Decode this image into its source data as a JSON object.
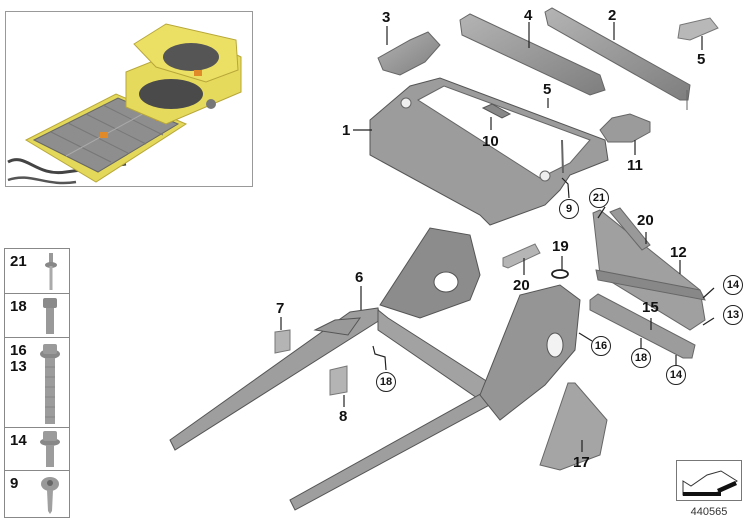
{
  "diagram": {
    "type": "exploded-parts-diagram",
    "subject": "Rear frame / battery carrier parts",
    "reference_number": "440565",
    "thumbnail": {
      "description": "yellow-highlighted battery pack and rear frame assembly",
      "highlight_color": "#e8dc5a"
    },
    "part_color": "#9a9a9a",
    "labels": {
      "p1": "1",
      "p2": "2",
      "p3": "3",
      "p4": "4",
      "p5a": "5",
      "p5b": "5",
      "p6": "6",
      "p7": "7",
      "p8": "8",
      "p10": "10",
      "p11": "11",
      "p12": "12",
      "p15": "15",
      "p17": "17",
      "p19": "19",
      "p20a": "20",
      "p20b": "20"
    },
    "circled_labels": {
      "c9": "9",
      "c21": "21",
      "c14a": "14",
      "c13": "13",
      "c16": "16",
      "c18a": "18",
      "c18b": "18",
      "c14b": "14"
    },
    "fastener_legend": [
      {
        "numbers": "21",
        "type": "rivet"
      },
      {
        "numbers": "18",
        "type": "hex-bolt-short"
      },
      {
        "numbers": "16\n13",
        "type": "hex-flange-bolt-long"
      },
      {
        "numbers": "14",
        "type": "hex-flange-bolt"
      },
      {
        "numbers": "9",
        "type": "torx-screw"
      }
    ]
  }
}
